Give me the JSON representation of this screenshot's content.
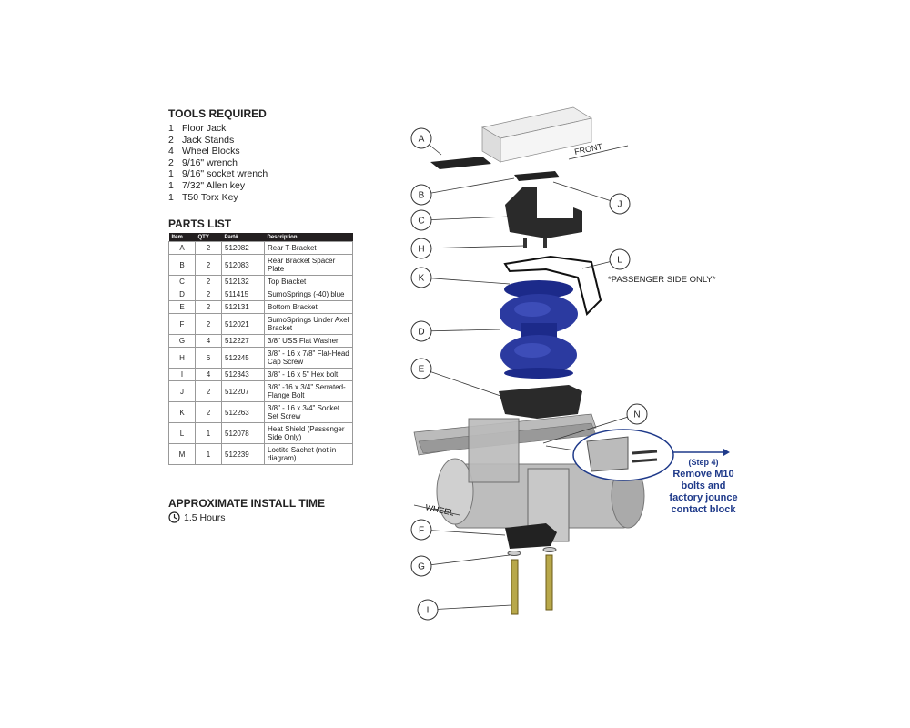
{
  "tools": {
    "title": "TOOLS REQUIRED",
    "items": [
      {
        "qty": "1",
        "name": "Floor Jack"
      },
      {
        "qty": "2",
        "name": "Jack Stands"
      },
      {
        "qty": "4",
        "name": "Wheel Blocks"
      },
      {
        "qty": "2",
        "name": "9/16\" wrench"
      },
      {
        "qty": "1",
        "name": "9/16\" socket wrench"
      },
      {
        "qty": "1",
        "name": "7/32\" Allen key"
      },
      {
        "qty": "1",
        "name": "T50 Torx Key"
      }
    ]
  },
  "parts": {
    "title": "PARTS LIST",
    "headers": [
      "Item",
      "QTY",
      "Part#",
      "Description"
    ],
    "rows": [
      [
        "A",
        "2",
        "512082",
        "Rear T-Bracket"
      ],
      [
        "B",
        "2",
        "512083",
        "Rear Bracket Spacer Plate"
      ],
      [
        "C",
        "2",
        "512132",
        "Top Bracket"
      ],
      [
        "D",
        "2",
        "511415",
        "SumoSprings (-40) blue"
      ],
      [
        "E",
        "2",
        "512131",
        "Bottom Bracket"
      ],
      [
        "F",
        "2",
        "512021",
        "SumoSprings Under Axel Bracket"
      ],
      [
        "G",
        "4",
        "512227",
        "3/8\" USS Flat Washer"
      ],
      [
        "H",
        "6",
        "512245",
        "3/8\" - 16 x 7/8\" Flat-Head Cap Screw"
      ],
      [
        "I",
        "4",
        "512343",
        "3/8\" - 16 x 5\" Hex bolt"
      ],
      [
        "J",
        "2",
        "512207",
        "3/8\" -16 x 3/4\" Serrated-Flange Bolt"
      ],
      [
        "K",
        "2",
        "512263",
        "3/8\" - 16 x 3/4\" Socket Set Screw"
      ],
      [
        "L",
        "1",
        "512078",
        "Heat Shield (Passenger Side Only)"
      ],
      [
        "M",
        "1",
        "512239",
        "Loctite Sachet (not in diagram)"
      ]
    ]
  },
  "install": {
    "title": "APPROXIMATE INSTALL TIME",
    "time": "1.5 Hours"
  },
  "diagram": {
    "front_label": "FRONT",
    "wheel_label": "WHEEL",
    "passenger_note": "*PASSENGER SIDE ONLY*",
    "step_label": "(Step 4)",
    "step_text": "Remove M10 bolts and factory jounce contact block",
    "callouts": [
      "A",
      "B",
      "C",
      "H",
      "K",
      "D",
      "E",
      "F",
      "G",
      "I",
      "J",
      "L",
      "N"
    ],
    "spring_color": "#2b3aa0",
    "note_color": "#1f3a8a"
  }
}
